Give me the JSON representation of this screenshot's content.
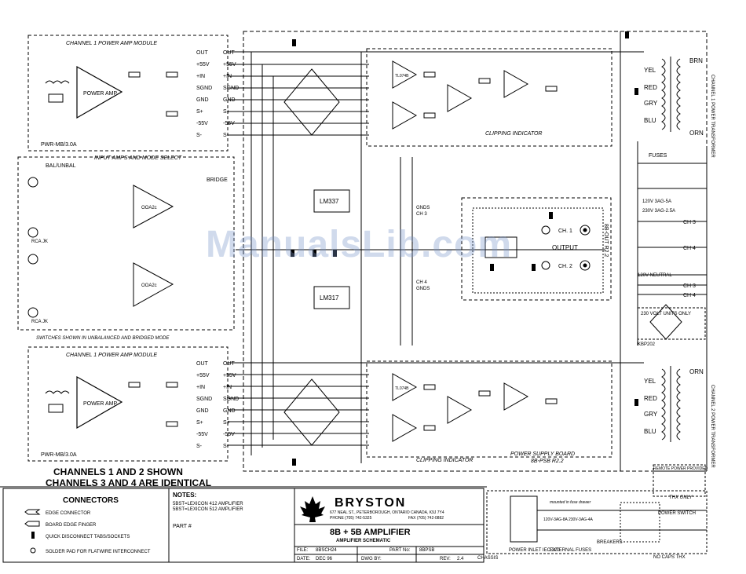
{
  "watermark": "ManualsLib.com",
  "ch1_module_label": "CHANNEL 1 POWER AMP MODULE",
  "ch2_module_label": "CHANNEL 1 POWER AMP MODULE",
  "power_amp_label": "POWER AMP",
  "power_amp_label_2": "POWER AMP",
  "pwr_mb_1": "PWR-MB/3.0A",
  "pwr_mb_2": "PWR-MB/3.0A",
  "module_pins": [
    "OUT",
    "+55V",
    "+IN",
    "SGND",
    "GND",
    "S+",
    "-55V",
    "S-"
  ],
  "module_pins_2": [
    "OUT",
    "+55V",
    "+IN",
    "SGND",
    "GND",
    "S+",
    "-55V",
    "S-"
  ],
  "input_amps_label": "INPUT AMPS AND MODE SELECT",
  "bal_unbal": "BAL/UNBAL",
  "bridge": "BRIDGE",
  "switches_note": "SWITCHES SHOWN IN UNBALANCED AND BRIDGED MODE",
  "rca_jk": "RCA JK",
  "opamp_label": "OOA2c",
  "lm337": "LM337",
  "lm317": "LM317",
  "clipping_1": "CLIPPING INDICATOR",
  "clipping_2": "CLIPPING INDICATOR",
  "tl074": "TL074B",
  "output_label": "OUTPUT",
  "ch1_out": "CH. 1",
  "ch2_out": "CH. 2",
  "bb_out": "8B-OUT R2.2",
  "gnds_ch3": [
    "GNDS",
    "CH 3"
  ],
  "gnds_ch4": [
    "CH 4",
    "GNDS"
  ],
  "fuses": "FUSES",
  "transformer_1": [
    "BRN",
    "YEL",
    "RED",
    "GRY",
    "BLU",
    "ORN"
  ],
  "transformer_2": [
    "ORN",
    "YEL",
    "RED",
    "GRY",
    "BLU"
  ],
  "transformer_name_1": "CHANNEL 1 POWER TRANSFORMER",
  "transformer_name_2": "CHANNEL 2 POWER TRANSFORMER",
  "fuse_ratings": [
    "120V 3AG-5A",
    "230V 3AG-2.5A"
  ],
  "neutral": "120V NEUTRAL",
  "ch_tags": [
    "CH 3",
    "CH 4",
    "CH 3",
    "CH 4"
  ],
  "volt_230": "230 VOLT UNITS ONLY",
  "kbp": "KBP202",
  "power_supply_board": "POWER SUPPLY BOARD",
  "psb": "8B-PSB R2.2",
  "channels_note": [
    "CHANNELS 1 AND 2 SHOWN",
    "CHANNELS 3 AND 4 ARE IDENTICAL"
  ],
  "connectors": {
    "title": "CONNECTORS",
    "items": [
      "EDGE CONNECTOR",
      "BOARD EDGE FINGER",
      "QUICK DISCONNECT TABS/SOCKETS",
      "SOLDER PAD FOR FLATWIRE INTERCONNECT"
    ]
  },
  "notes": {
    "title": "NOTES:",
    "lines": [
      "5BST=LEXICON 412 AMPLIFIER",
      "5BST=LEXICON 512 AMPLIFIER"
    ],
    "part_label": "PART #"
  },
  "company": {
    "name": "BRYSTON",
    "address": "677 NEAL ST., PETERBOROUGH, ONTARIO CANADA, K9J 7Y4",
    "phone": "PHONE (705) 742-5325",
    "fax": "FAX (705) 742-0882"
  },
  "title_block": {
    "title": "8B + 5B AMPLIFIER",
    "subtitle": "AMPLIFIER SCHEMATIC",
    "file_label": "FILE:",
    "file": "8BSCH24",
    "part_label": "PART No:",
    "part": "8BPSB",
    "date_label": "DATE:",
    "date": "DEC 96",
    "dwg_label": "DWG BY:",
    "rev_label": "REV:",
    "rev": "2.4"
  },
  "power_section": {
    "chassis": "CHASSIS",
    "inlet": "POWER INLET IEC 320",
    "external_fuses": "EXTERNAL FUSES",
    "fuse_spec": "120V-3AG-8A 230V-3AG-4A",
    "mounted": "mounted in fuse drawer",
    "breakers": "BREAKERS",
    "power_switch": "POWER SWITCH",
    "no_caps": "NO CAPS THX",
    "thx_only": "THX ONLY",
    "remote": "REMOTE POWER PROVIDED"
  }
}
